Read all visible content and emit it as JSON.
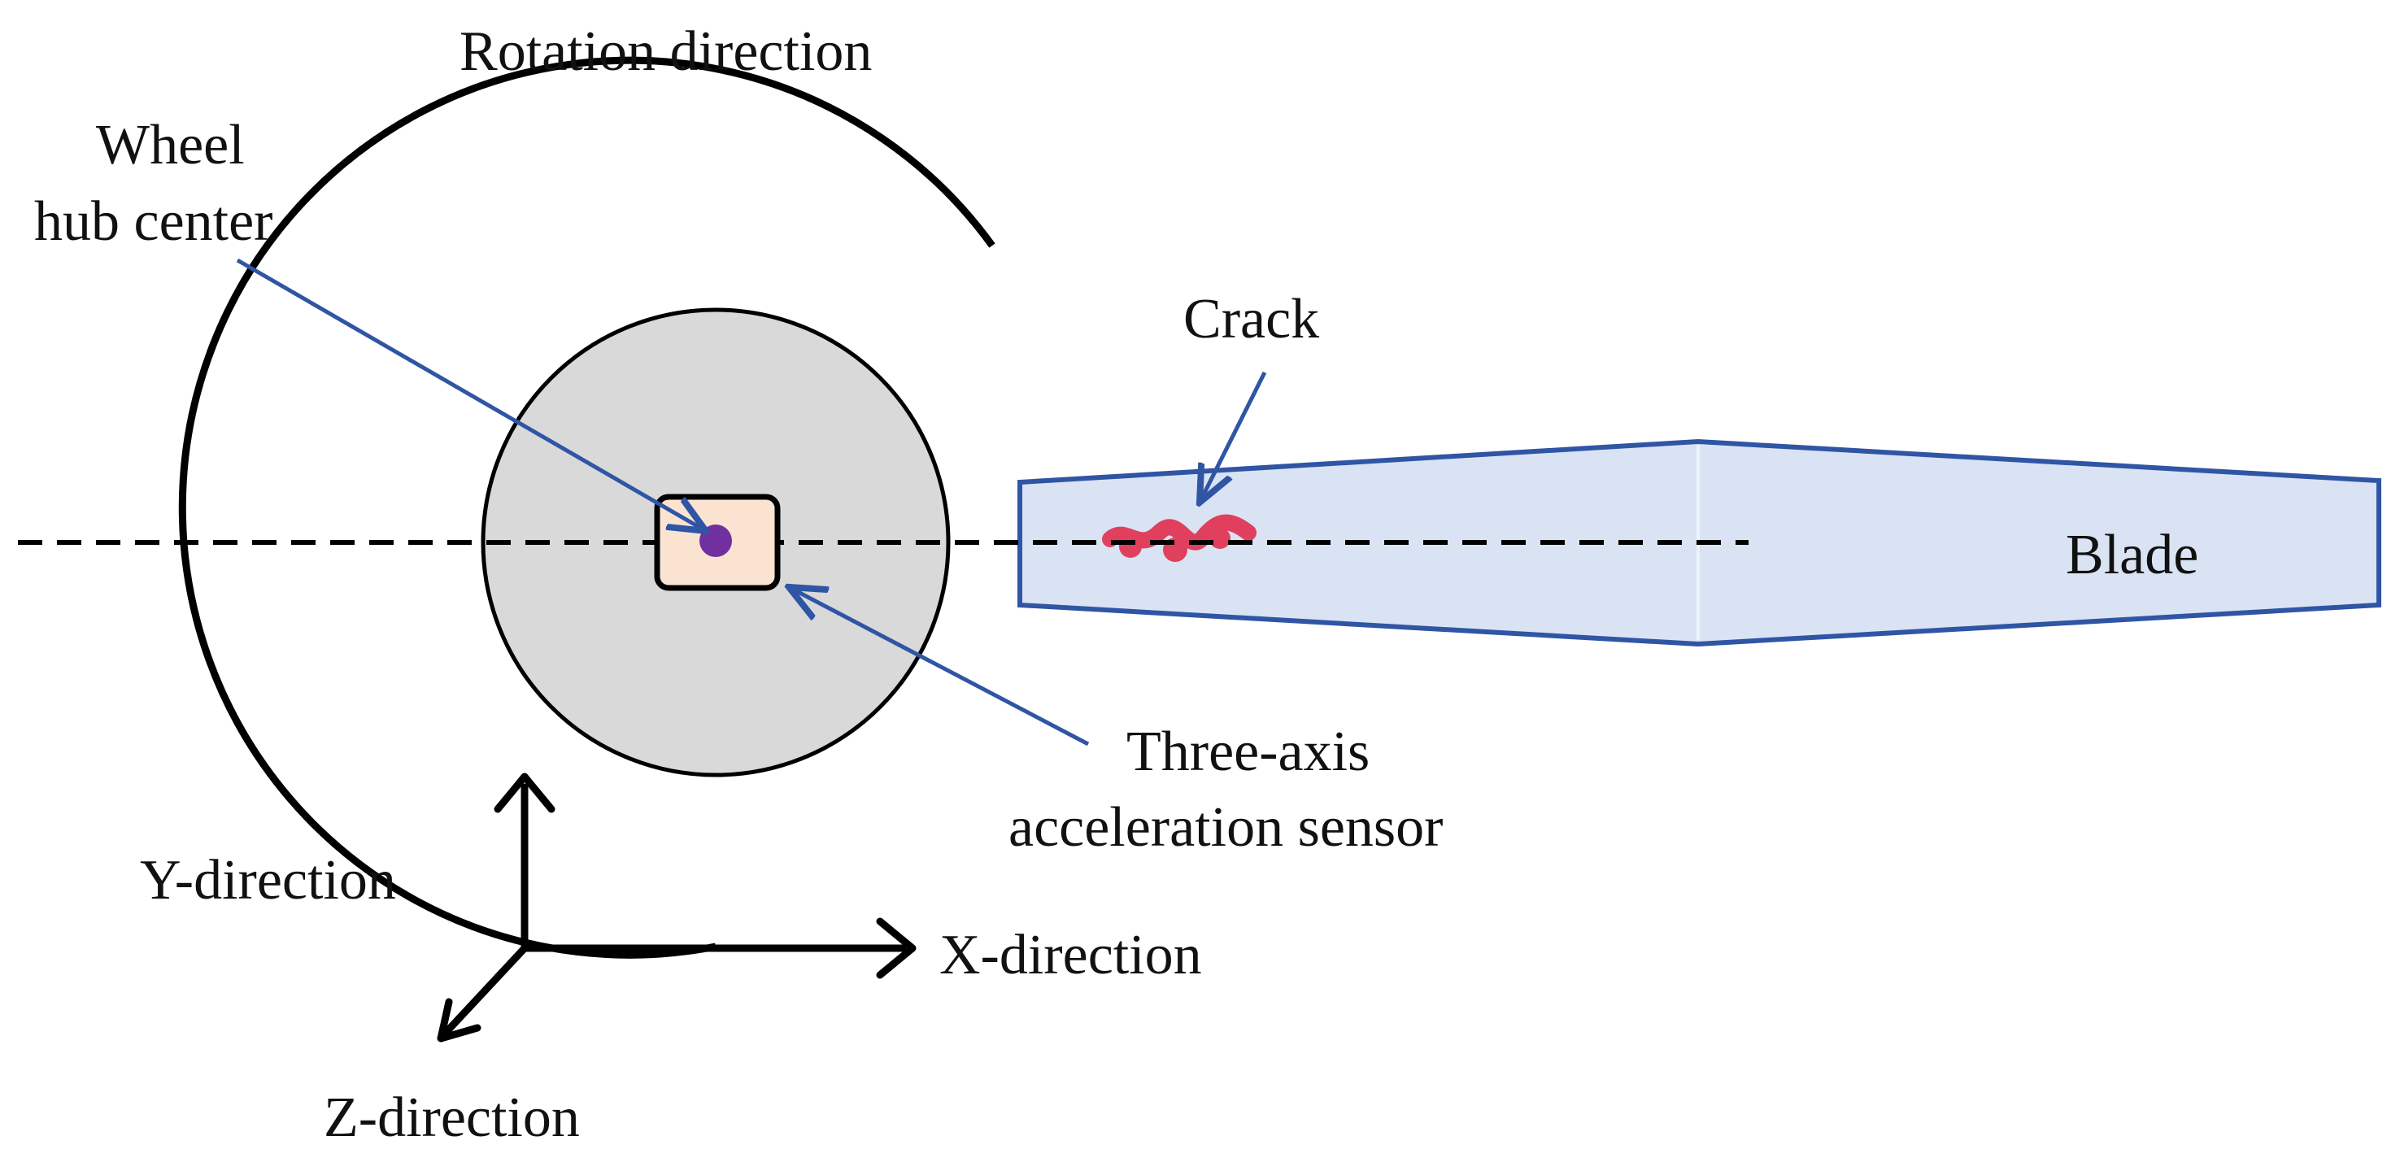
{
  "labels": {
    "rotation_direction": "Rotation direction",
    "wheel_hub_center_line1": "Wheel",
    "wheel_hub_center_line2": "hub center",
    "crack": "Crack",
    "blade": "Blade",
    "sensor_line1": "Three-axis",
    "sensor_line2": "acceleration sensor",
    "y_direction": "Y-direction",
    "x_direction": "X-direction",
    "z_direction": "Z-direction"
  },
  "colors": {
    "hub_fill": "#d9d9d9",
    "sensor_fill": "#fbe3d2",
    "center_dot": "#7030a0",
    "blade_fill": "#dae3f3",
    "blade_stroke": "#2f55a4",
    "leader_line": "#2f55a4",
    "crack": "#e0405e",
    "line": "#000000"
  }
}
